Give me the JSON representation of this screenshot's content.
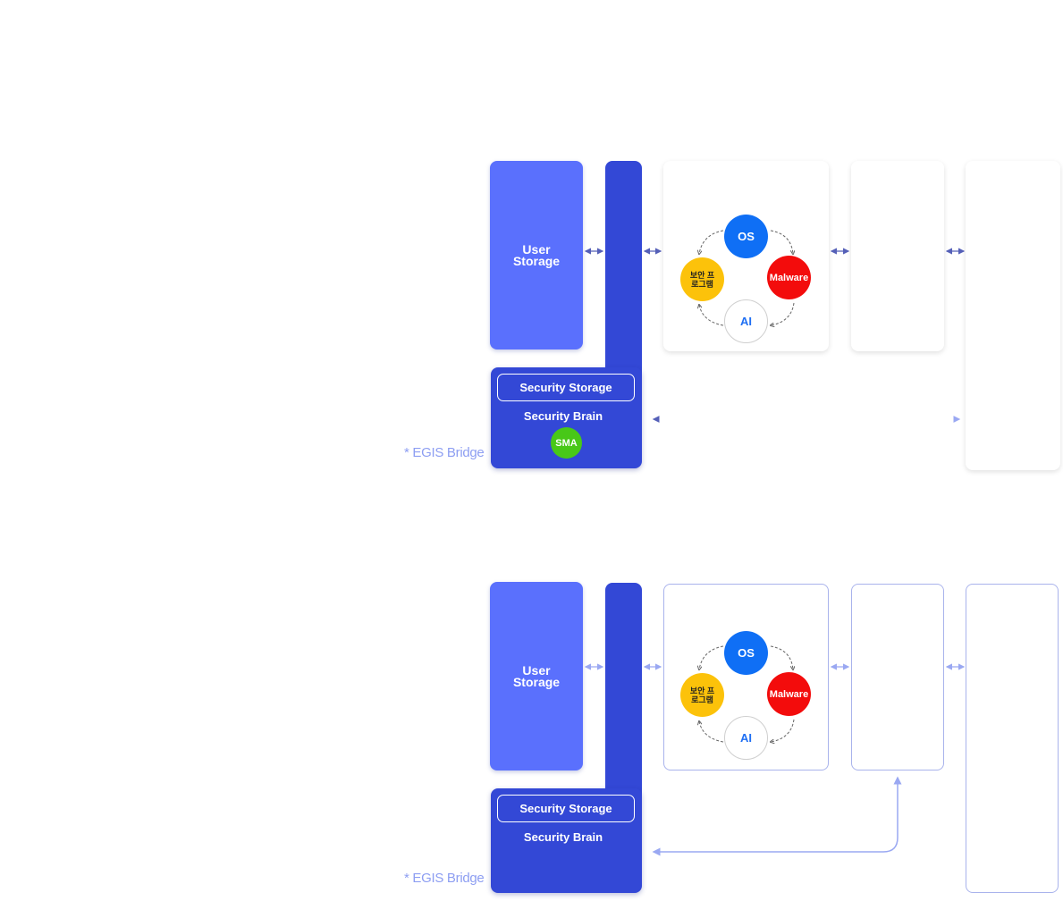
{
  "labels": {
    "user_storage": "User Storage",
    "security_storage": "Security Storage",
    "security_brain": "Security Brain",
    "sma": "SMA",
    "egis_bridge": "* EGIS Bridge"
  },
  "nodes": {
    "os": "OS",
    "malware": "Malware",
    "security_program": "보안 프로그램",
    "ai": "AI"
  },
  "colors": {
    "user_storage": "#5a70fd",
    "bridge": "#3348d6",
    "sma": "#48c818",
    "os": "#0f6ff5",
    "malware": "#f30c0c",
    "security_program": "#fcc20a",
    "connector_dark": "#5560b8",
    "connector_light": "#9aa8f2"
  }
}
